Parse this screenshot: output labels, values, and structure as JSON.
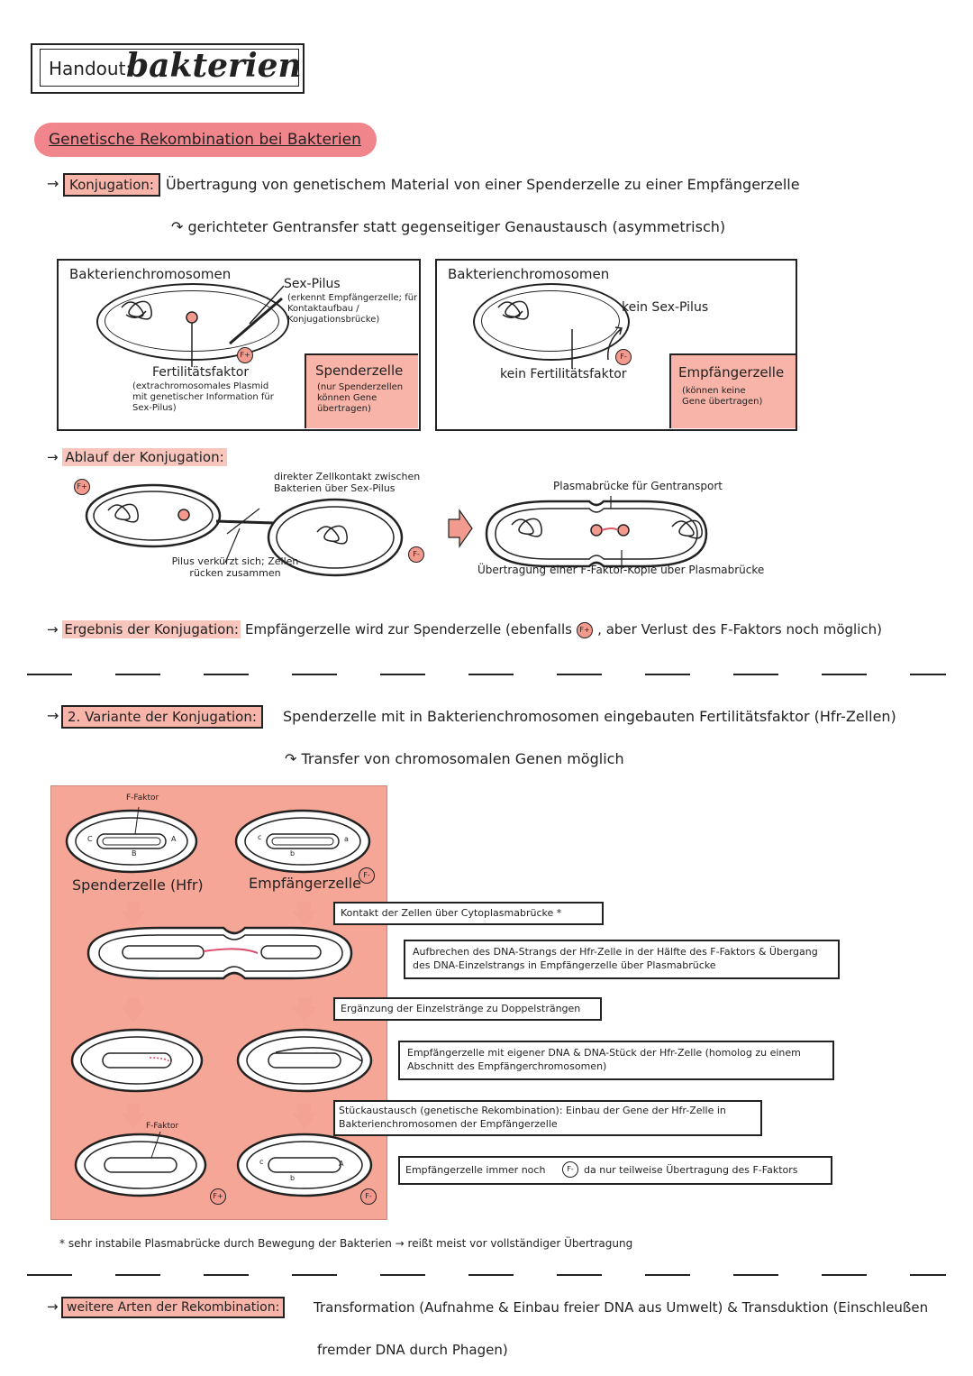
{
  "header": {
    "prefix": "Handout:",
    "title": "bakterien"
  },
  "section1": {
    "heading": "Genetische Rekombination bei Bakterien",
    "konjugation_label": "Konjugation:",
    "konjugation_def": "Übertragung von genetischem Material von einer Spenderzelle zu einer Empfängerzelle",
    "sub_note": "gerichteter Gentransfer statt gegenseitiger Genaustausch (asymmetrisch)"
  },
  "donor_panel": {
    "chrom_label": "Bakterienchromosomen",
    "pilus_title": "Sex-Pilus",
    "pilus_desc": "(erkennt Empfängerzelle; für Kontaktaufbau / Konjugationsbrücke)",
    "factor_title": "Fertilitätsfaktor",
    "factor_desc": "(extrachromosomales Plasmid mit genetischer Information für Sex-Pilus)",
    "badge": "F+",
    "role_title": "Spenderzelle",
    "role_desc": "(nur Spenderzellen können Gene übertragen)"
  },
  "recipient_panel": {
    "chrom_label": "Bakterienchromosomen",
    "no_pilus": "kein Sex-Pilus",
    "no_factor": "kein Fertilitätsfaktor",
    "badge": "F-",
    "role_title": "Empfängerzelle",
    "role_desc": "(können keine Gene übertragen)"
  },
  "ablauf": {
    "heading": "Ablauf der Konjugation:",
    "contact_note": "direkter Zellkontakt zwischen Bakterien über Sex-Pilus",
    "pilus_note": "Pilus verkürzt sich; Zellen rücken zusammen",
    "bridge_note": "Plasmabrücke für Gentransport",
    "transfer_note": "Übertragung einer F-Faktor-Kopie über Plasmabrücke",
    "badge_plus": "F+",
    "badge_minus": "F-"
  },
  "ergebnis": {
    "label": "Ergebnis der Konjugation:",
    "text_a": "Empfängerzelle wird zur Spenderzelle (ebenfalls",
    "badge": "F+",
    "text_b": ", aber Verlust des F-Faktors noch möglich)"
  },
  "variant2": {
    "label": "2. Variante der Konjugation:",
    "text": "Spenderzelle mit in Bakterienchromosomen eingebauten Fertilitätsfaktor (Hfr-Zellen)",
    "sub_note": "Transfer von chromosomalen Genen möglich",
    "f_faktor": "F-Faktor",
    "donor_label": "Spenderzelle (Hfr)",
    "recipient_label": "Empfängerzelle",
    "badge_plus": "F+",
    "badge_minus": "F-",
    "gene_C": "C",
    "gene_B": "B",
    "gene_A": "A",
    "gene_c": "c",
    "gene_b": "b",
    "gene_a": "a",
    "step1": "Kontakt der Zellen über Cytoplasmabrücke *",
    "step2": "Aufbrechen des DNA-Strangs der Hfr-Zelle in der Hälfte des F-Faktors & Übergang des DNA-Einzelstrangs in Empfängerzelle über Plasmabrücke",
    "step3": "Ergänzung der Einzelstränge zu Doppelsträngen",
    "step4": "Empfängerzelle mit eigener DNA & DNA-Stück der Hfr-Zelle (homolog zu einem Abschnitt des Empfängerchromosomen)",
    "step5": "Stückaustausch (genetische Rekombination): Einbau der Gene der Hfr-Zelle in Bakterienchromosomen der Empfängerzelle",
    "step6a": "Empfängerzelle immer noch",
    "step6_badge": "F-",
    "step6b": "da nur teilweise Übertragung des F-Faktors",
    "footnote": "* sehr instabile Plasmabrücke durch Bewegung der Bakterien → reißt meist vor vollständiger Übertragung"
  },
  "weitere": {
    "label": "weitere Arten der Rekombination:",
    "text": "Transformation (Aufnahme & Einbau freier DNA aus Umwelt) & Transduktion (Einschleußen",
    "text2": "fremder DNA durch Phagen)"
  },
  "colors": {
    "accent": "#f29a8e",
    "panel": "#f8b4a8",
    "ink": "#222222"
  }
}
